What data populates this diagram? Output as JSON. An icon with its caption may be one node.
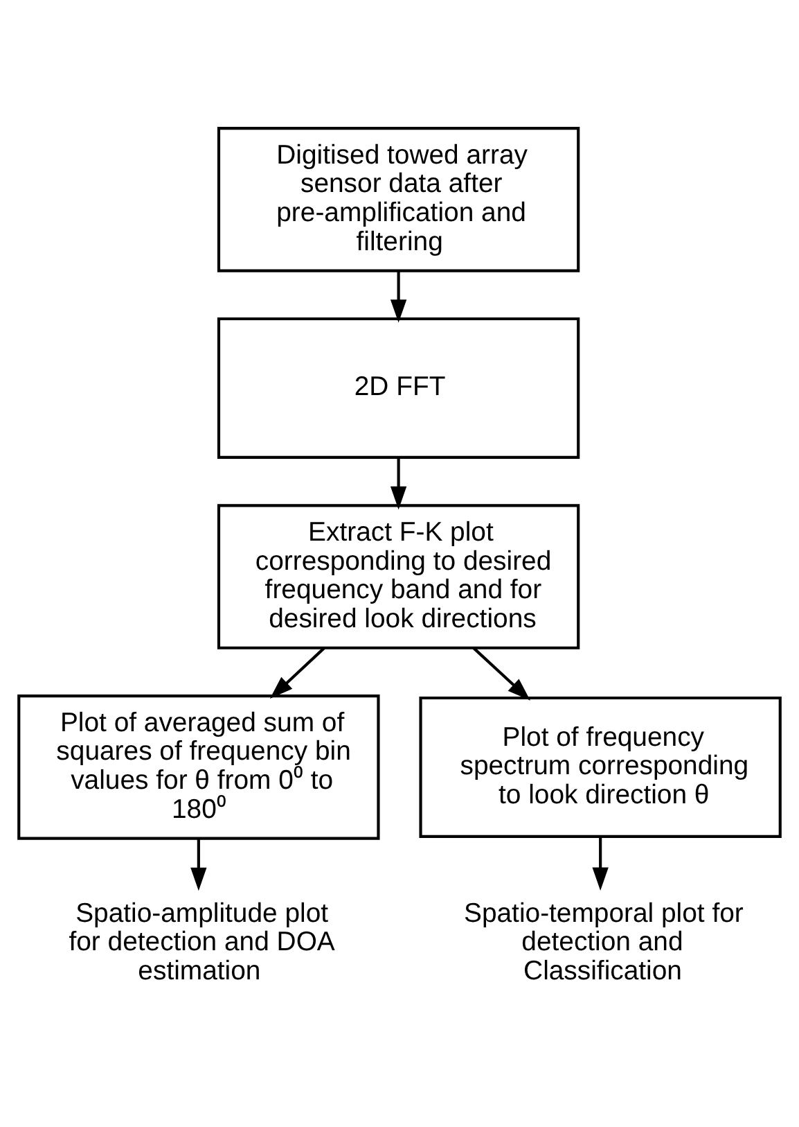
{
  "diagram": {
    "nodes": [
      {
        "text": [
          "Digitised towed array sensor data after pre-amplification and filtering"
        ]
      },
      {
        "text": [
          "2D FFT"
        ]
      },
      {
        "text": [
          "Extract F-K plot corresponding to desired frequency band and for desired look directions"
        ]
      },
      {
        "text": [
          "Plot of averaged sum of squares of frequency bin values for θ from 0⁰ to 180⁰"
        ]
      },
      {
        "text": [
          "Plot of frequency spectrum corresponding to look direction θ"
        ]
      },
      {
        "text": [
          "Spatio-amplitude plot for detection and DOA estimation"
        ]
      },
      {
        "text": [
          "Spatio-temporal plot for detection and Classification"
        ]
      }
    ],
    "edges": [
      {
        "from": 0,
        "to": 1,
        "arrow": "to"
      },
      {
        "from": 1,
        "to": 2,
        "arrow": "to"
      },
      {
        "from": 2,
        "to": 3,
        "arrow": "to"
      },
      {
        "from": 2,
        "to": 4,
        "arrow": "to"
      },
      {
        "from": 3,
        "to": 5,
        "arrow": "to"
      },
      {
        "from": 4,
        "to": 6,
        "arrow": "to"
      }
    ]
  }
}
